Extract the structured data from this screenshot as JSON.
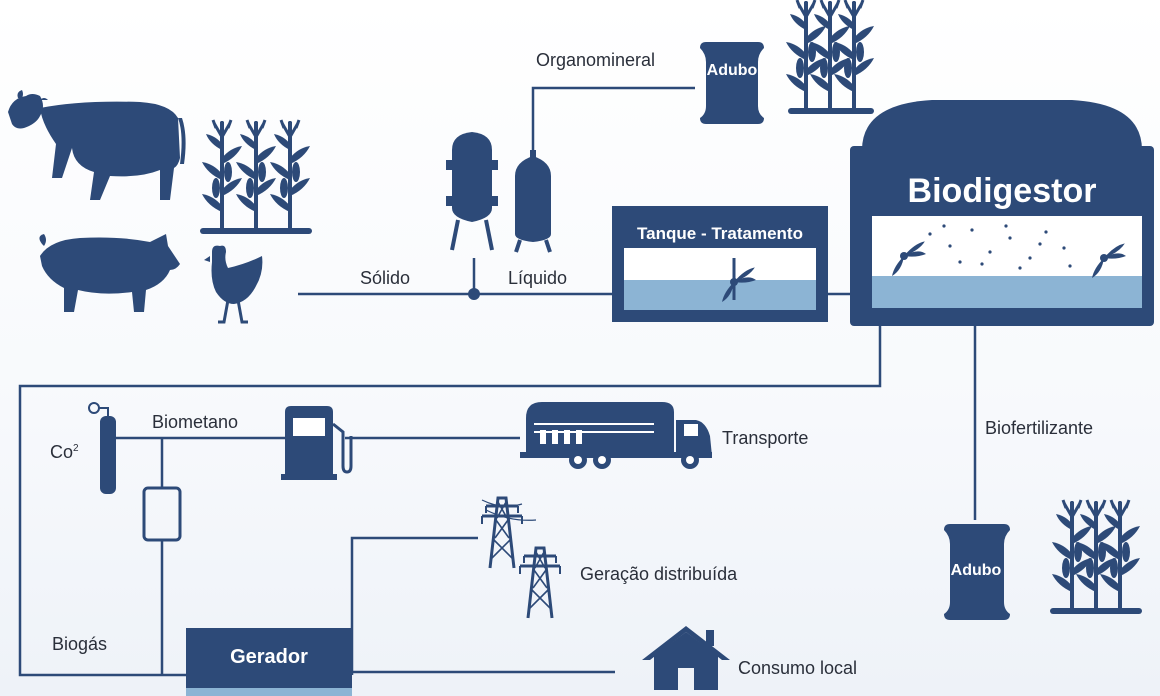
{
  "diagram": {
    "nodes": {
      "biodigestor": "Biodigestor",
      "tanque": "Tanque - Tratamento",
      "adubo_top": "Adubo",
      "adubo_bottom": "Adubo",
      "gerador": "Gerador"
    },
    "labels": {
      "organomineral": "Organomineral",
      "solido": "Sólido",
      "liquido": "Líquido",
      "biometano": "Biometano",
      "co2": "Co",
      "co2_sup": "2",
      "transporte": "Transporte",
      "biofertilizante": "Biofertilizante",
      "geracao": "Geração distribuída",
      "biogas": "Biogás",
      "consumo": "Consumo local"
    },
    "icons": [
      "cow-icon",
      "pig-icon",
      "chicken-icon",
      "corn-icon",
      "separator-icon",
      "fuel-pump-icon",
      "truck-icon",
      "gas-cylinder-icon",
      "power-tower-icon",
      "house-icon",
      "sack-icon",
      "mixer-icon"
    ],
    "colors": {
      "primary": "#2d4a78",
      "water": "#8cb4d4",
      "line": "#2d4a78"
    }
  }
}
